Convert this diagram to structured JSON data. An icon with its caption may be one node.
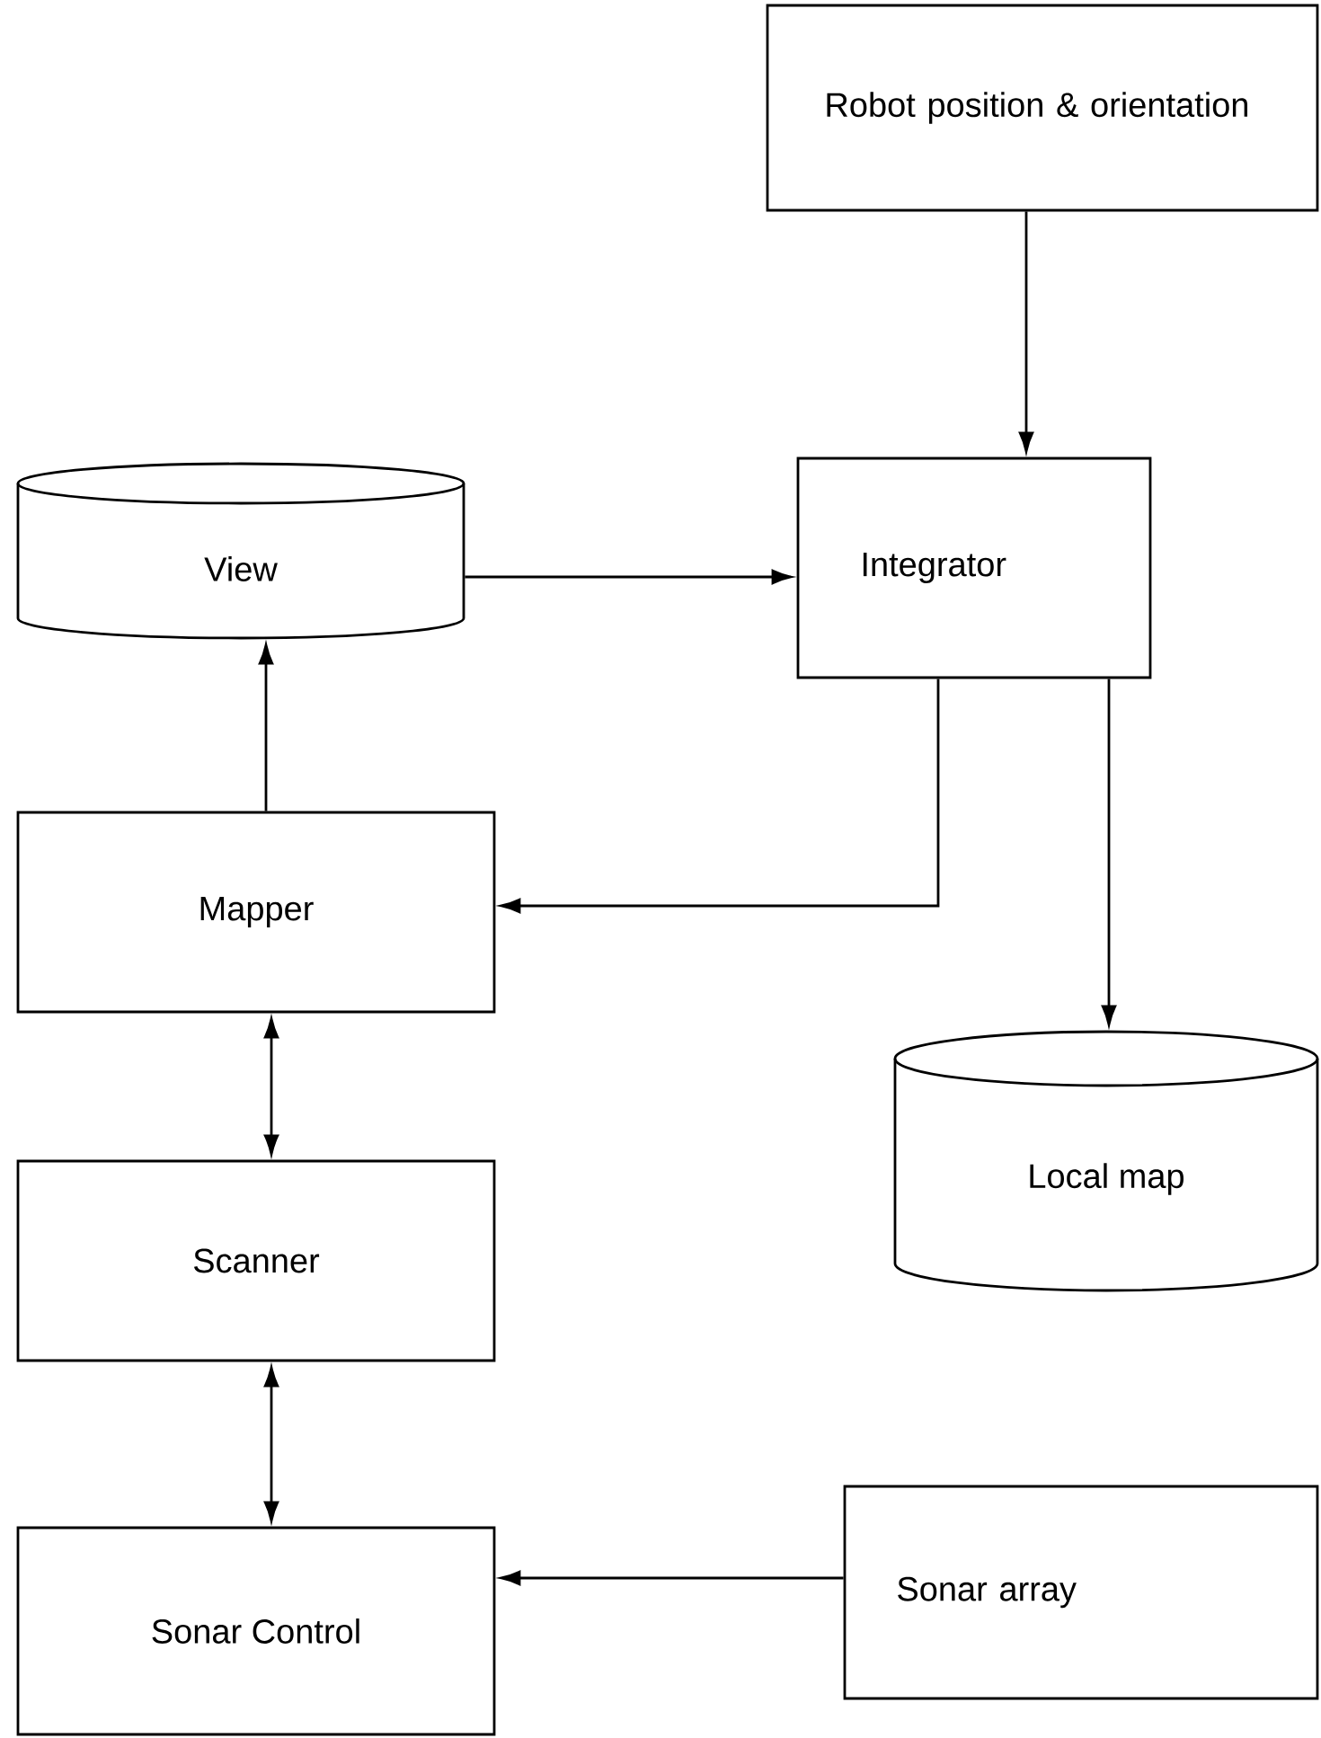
{
  "diagram": {
    "nodes": [
      {
        "text": [
          "Robot position & orientation"
        ]
      },
      {
        "text": [
          "View"
        ]
      },
      {
        "text": [
          "Integrator"
        ]
      },
      {
        "text": [
          "Mapper"
        ]
      },
      {
        "text": [
          "Local map"
        ]
      },
      {
        "text": [
          "Scanner"
        ]
      },
      {
        "text": [
          "Sonar Control"
        ]
      },
      {
        "text": [
          "Sonar array"
        ]
      }
    ],
    "edges": [
      {
        "from": 0,
        "to": 2,
        "arrow": "to"
      },
      {
        "from": 1,
        "to": 2,
        "arrow": "to"
      },
      {
        "from": 3,
        "to": 1,
        "arrow": "to"
      },
      {
        "from": 2,
        "to": 3,
        "arrow": "to"
      },
      {
        "from": 2,
        "to": 4,
        "arrow": "to"
      },
      {
        "from": 3,
        "to": 5,
        "arrow": "both"
      },
      {
        "from": 5,
        "to": 6,
        "arrow": "both"
      },
      {
        "from": 7,
        "to": 6,
        "arrow": "to"
      }
    ]
  }
}
